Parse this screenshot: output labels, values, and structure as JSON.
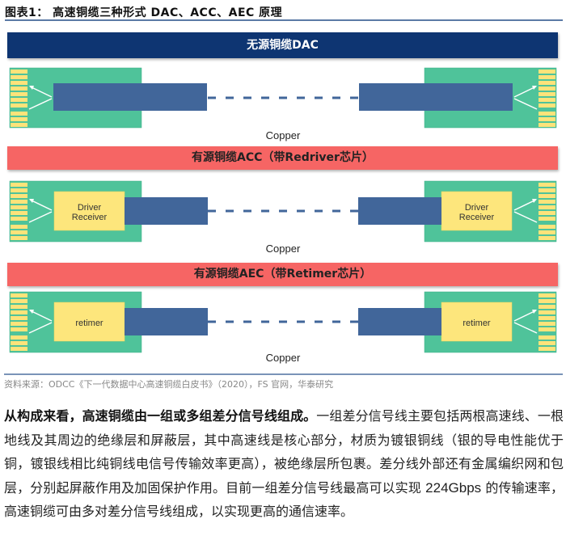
{
  "figure": {
    "title": "图表1：  高速铜缆三种形式 DAC、ACC、AEC 原理",
    "rows": [
      {
        "banner": "无源铜缆DAC",
        "chip": null,
        "cable_label": "Copper"
      },
      {
        "banner": "有源铜缆ACC（带Redriver芯片）",
        "chip": [
          "Driver",
          "Receiver"
        ],
        "cable_label": "Copper"
      },
      {
        "banner": "有源铜缆AEC（带Retimer芯片）",
        "chip": [
          "retimer"
        ],
        "cable_label": "Copper"
      }
    ],
    "colors": {
      "pcb": "#4fc39a",
      "pin": "#fde37a",
      "chip": "#fde67c",
      "cable": "#41669a",
      "dac_banner": "#0e3572",
      "active_banner": "#f66564"
    }
  },
  "source": "资料来源：ODCC《下一代数据中心高速铜缆白皮书》（2020），FS 官网，华泰研究",
  "paragraph": {
    "lead": "从构成来看，高速铜缆由一组或多组差分信号线组成。",
    "body1": "一组差分信号线主要包括两根高速线、一根地线及其周边的绝缘层和屏蔽层，其中高速线是核心部分，材质为镀银铜线（银的导电性能优于铜，镀银线相比纯铜线电信号传输效率更高），被绝缘层所包裹。差分线外部还有金属编织网和包层，分别起屏蔽作用及加固保护作用。目前一组差分信号线最高可以实现 ",
    "rate": "224Gbps",
    "body2": " 的传输速率，高速铜缆可由多对差分信号线组成，以实现更高的通信速率。"
  }
}
